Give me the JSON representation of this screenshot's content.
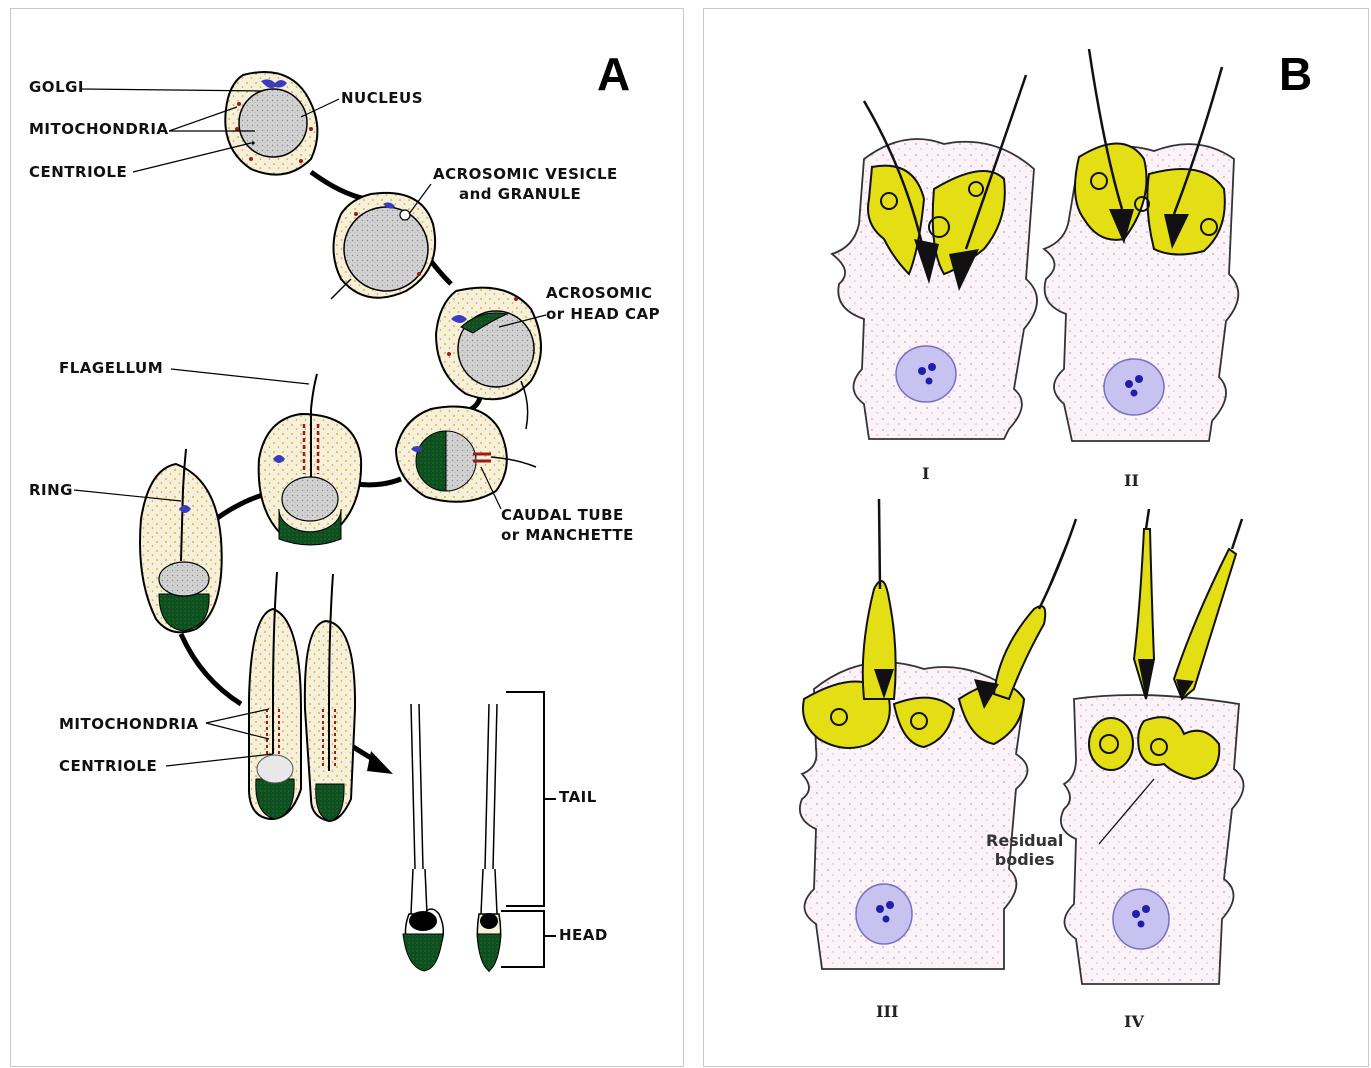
{
  "panel_a": {
    "letter": "A",
    "labels": {
      "golgi": "GOLGI",
      "mitochondria_1": "MITOCHONDRIA",
      "centriole_1": "CENTRIOLE",
      "nucleus": "NUCLEUS",
      "acrosomic_vesicle_1": "ACROSOMIC VESICLE",
      "acrosomic_vesicle_2": "and GRANULE",
      "acrosomic_cap_1": "ACROSOMIC",
      "acrosomic_cap_2": "or HEAD CAP",
      "flagellum": "FLAGELLUM",
      "ring": "RING",
      "caudal_tube_1": "CAUDAL TUBE",
      "caudal_tube_2": "or MANCHETTE",
      "mitochondria_2": "MITOCHONDRIA",
      "centriole_2": "CENTRIOLE",
      "tail": "TAIL",
      "head": "HEAD"
    }
  },
  "panel_b": {
    "letter": "B",
    "stages": [
      "I",
      "II",
      "III",
      "IV"
    ],
    "residual_1": "Residual",
    "residual_2": "bodies"
  },
  "colors": {
    "cytoplasm": "#f6efd6",
    "nucleus": "#cfcfcf",
    "acrosome": "#0c4a1c",
    "golgi": "#3a3ab8",
    "mito": "#9b1b1b",
    "sertoli": "#f3e4f0",
    "spermatid": "#e3df12"
  }
}
